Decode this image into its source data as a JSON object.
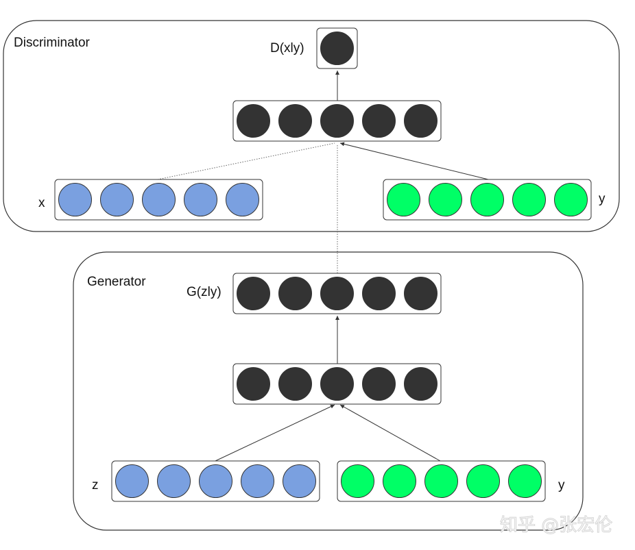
{
  "colors": {
    "hidden": "#333333",
    "data_input": "#7aa0e0",
    "condition_input": "#00ff66",
    "stroke": "#333333"
  },
  "discriminator": {
    "title": "Discriminator",
    "output_label": "D(xly)",
    "x_label": "x",
    "y_label": "y"
  },
  "generator": {
    "title": "Generator",
    "output_label": "G(zly)",
    "z_label": "z",
    "y_label": "y"
  },
  "watermark": "知乎 @张宏伦",
  "layers": {
    "disc_output": {
      "nodes": 1,
      "kind": "hidden"
    },
    "disc_hidden": {
      "nodes": 5,
      "kind": "hidden"
    },
    "disc_x": {
      "nodes": 5,
      "kind": "data_input"
    },
    "disc_y": {
      "nodes": 5,
      "kind": "condition_input"
    },
    "gen_output": {
      "nodes": 5,
      "kind": "hidden"
    },
    "gen_hidden": {
      "nodes": 5,
      "kind": "hidden"
    },
    "gen_z": {
      "nodes": 5,
      "kind": "data_input"
    },
    "gen_y": {
      "nodes": 5,
      "kind": "condition_input"
    }
  }
}
